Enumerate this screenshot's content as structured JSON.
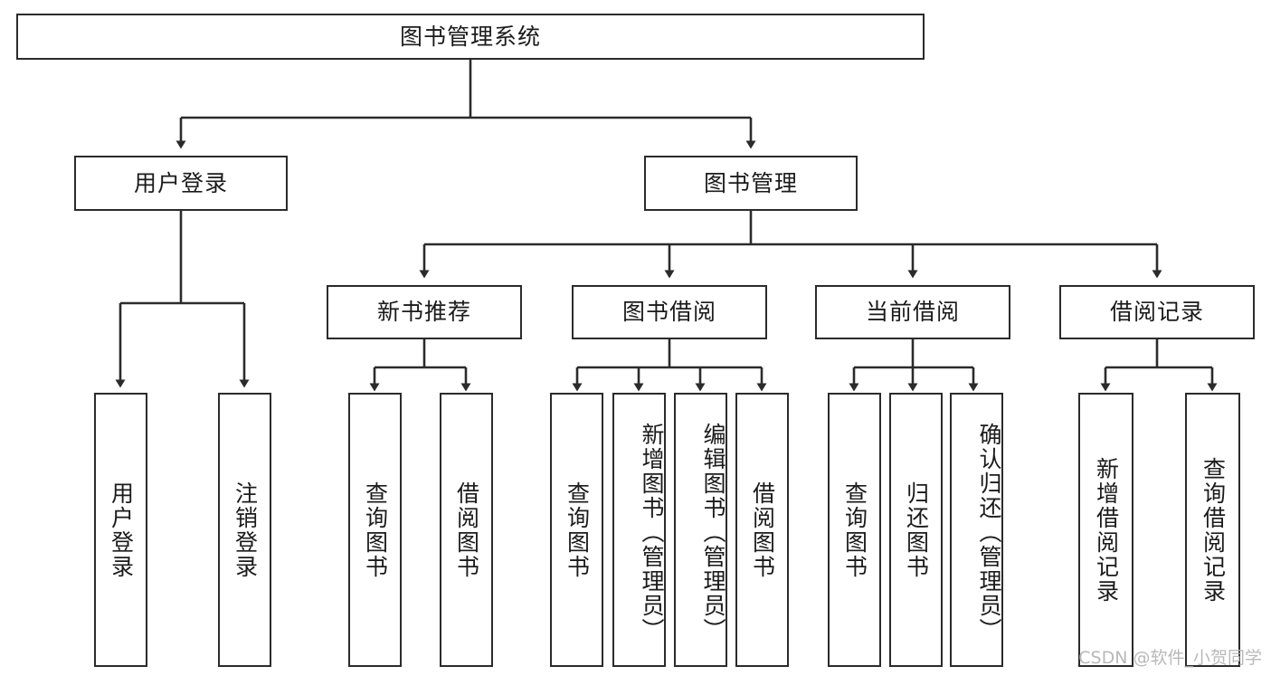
{
  "diagram": {
    "title": "图书管理系统",
    "type": "tree-hierarchy-chart",
    "watermark": "CSDN @软件_小贺同学",
    "colors": {
      "box_border": "#2b2b2b",
      "box_fill": "#ffffff",
      "edge": "#2b2b2b",
      "text": "#1b1b1b",
      "watermark": "#b9b9b9"
    },
    "nodes": {
      "root": {
        "label": "图书管理系统"
      },
      "level2": [
        {
          "id": "user-login",
          "label": "用户登录"
        },
        {
          "id": "book-management",
          "label": "图书管理"
        }
      ],
      "level3": [
        {
          "id": "new-book-recommend",
          "label": "新书推荐"
        },
        {
          "id": "book-borrow",
          "label": "图书借阅"
        },
        {
          "id": "current-borrow",
          "label": "当前借阅"
        },
        {
          "id": "borrow-record",
          "label": "借阅记录"
        }
      ],
      "leaves": {
        "user-login": [
          {
            "id": "leaf-user-login",
            "label": "用户登录"
          },
          {
            "id": "leaf-logout",
            "label": "注销登录"
          }
        ],
        "new-book-recommend": [
          {
            "id": "leaf-query-book-1",
            "label": "查询图书"
          },
          {
            "id": "leaf-borrow-book-1",
            "label": "借阅图书"
          }
        ],
        "book-borrow": [
          {
            "id": "leaf-query-book-2",
            "label": "查询图书"
          },
          {
            "id": "leaf-add-book",
            "label": "新增图书（管理员）"
          },
          {
            "id": "leaf-edit-book",
            "label": "编辑图书（管理员）"
          },
          {
            "id": "leaf-borrow-book-2",
            "label": "借阅图书"
          }
        ],
        "current-borrow": [
          {
            "id": "leaf-query-book-3",
            "label": "查询图书"
          },
          {
            "id": "leaf-return-book",
            "label": "归还图书"
          },
          {
            "id": "leaf-confirm-return",
            "label": "确认归还（管理员）"
          }
        ],
        "borrow-record": [
          {
            "id": "leaf-add-record",
            "label": "新增借阅记录"
          },
          {
            "id": "leaf-query-record",
            "label": "查询借阅记录"
          }
        ]
      }
    }
  }
}
